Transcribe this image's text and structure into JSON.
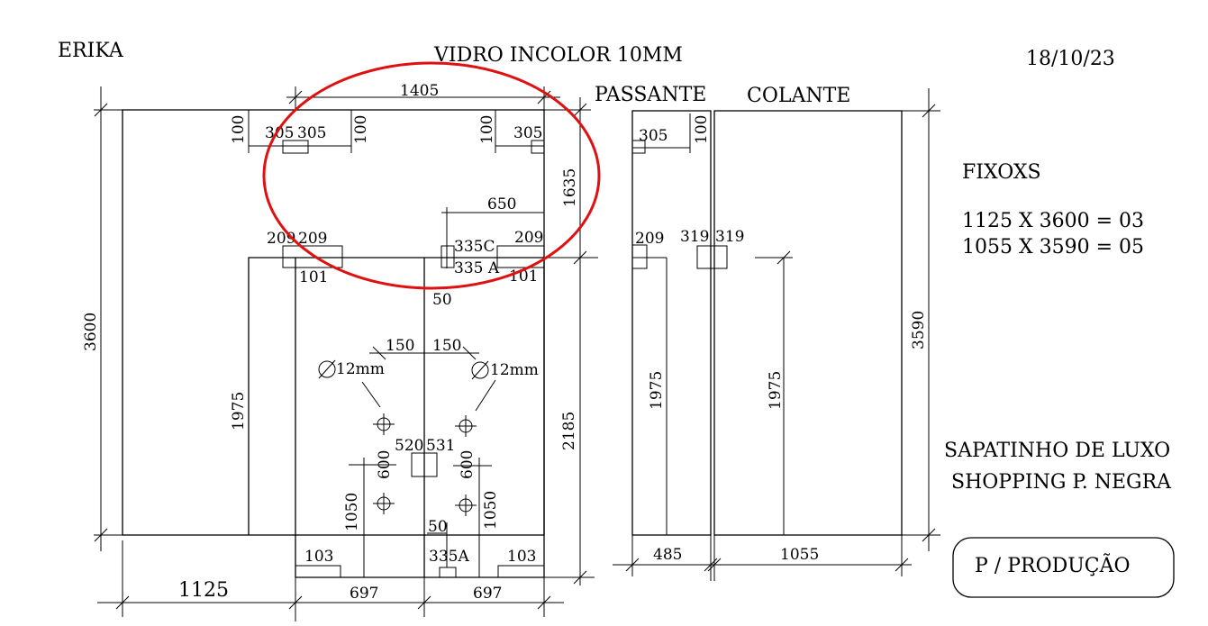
{
  "header": {
    "client": "ERIKA",
    "glass": "VIDRO INCOLOR  10MM",
    "date": "18/10/23"
  },
  "panels": {
    "passante": "PASSANTE",
    "colante": "COLANTE"
  },
  "fixos": {
    "title": "FIXOXS",
    "line1": "1125 X 3600 = 03",
    "line2": "1055 X 3590 = 05"
  },
  "client_info": {
    "line1": "SAPATINHO DE LUXO",
    "line2": "SHOPPING P. NEGRA"
  },
  "production_button": "P / PRODUÇÃO",
  "highlight_color": "#e01010",
  "dims": {
    "d1405": "1405",
    "d100a": "100",
    "d305a": "305",
    "d305b": "305",
    "d100b": "100",
    "d100c": "100",
    "d305c": "305",
    "d1635": "1635",
    "d650": "650",
    "d209a": "209",
    "d209b": "209",
    "d335c": "335C",
    "d209c": "209",
    "d335a": "335 A",
    "d101a": "101",
    "d101b": "101",
    "d50a": "50",
    "d3600": "3600",
    "d1975a": "1975",
    "d150a": "150",
    "d150b": "150",
    "d12mm_a": "12mm",
    "d12mm_b": "12mm",
    "d520": "520",
    "d531": "531",
    "d600a": "600",
    "d600b": "600",
    "d1050a": "1050",
    "d1050b": "1050",
    "d2185": "2185",
    "d50b": "50",
    "d103a": "103",
    "d335a2": "335A",
    "d103b": "103",
    "d1125": "1125",
    "d697a": "697",
    "d697b": "697",
    "d305d": "305",
    "d100d": "100",
    "d209d": "209",
    "d319a": "319",
    "d319b": "319",
    "d1975b": "1975",
    "d1975c": "1975",
    "d3590": "3590",
    "d485": "485",
    "d1055": "1055"
  }
}
